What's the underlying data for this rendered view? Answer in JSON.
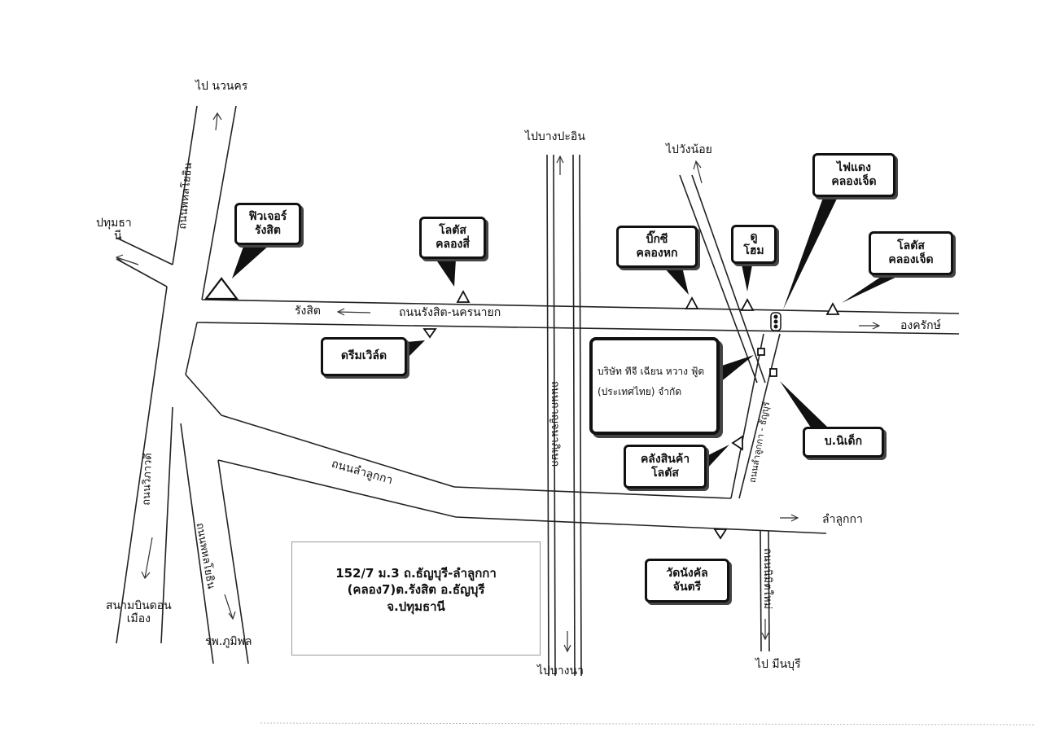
{
  "directions": {
    "to_nawanakhon": "ไป นวนคร",
    "to_bang_pa_in": "ไปบางปะอิน",
    "to_wang_noi": "ไปวังน้อย",
    "to_pathum_thani_line1": "ปทุมธา",
    "to_pathum_thani_line2": "นี",
    "rangsit": "รังสิต",
    "ongkharak": "องครักษ์",
    "lam_luk_ka": "ลำลูกกา",
    "don_mueang_line1": "สนามบินดอน",
    "don_mueang_line2": "เมือง",
    "bhumibol_hospital": "รพ.ภูมิพล",
    "to_bang_na": "ไปบางนา",
    "to_min_buri": "ไป มีนบุรี"
  },
  "roads": {
    "phahonyothin_north": "ถนนพหลโยธิน",
    "rangsit_nakhon_nayok": "ถนนรังสิต-นครนายก",
    "kanchanaphisek": "ถนนกาญจนาภิเษก",
    "lam_luk_ka_road": "ถนนลำลูกกา",
    "vibhavadi": "ถนนวิภาวดี",
    "phahonyothin_south": "ถนนพหลโยธิน",
    "lam_luk_ka_thanyaburi": "ถนนลำลูกกา - ธัญบุรี",
    "nimit_mai": "ถนนนิมิตใหม่"
  },
  "landmarks": {
    "future_rangsit": [
      "ฟิวเจอร์",
      "รังสิต"
    ],
    "lotus_khlong_4": [
      "โลตัส",
      "คลองสี่"
    ],
    "dream_world": [
      "ดรีมเวิล์ด"
    ],
    "bigc_khlong_hok": [
      "บิ๊กซี",
      "คลองหก"
    ],
    "do_home": [
      "ดู",
      "โฮม"
    ],
    "traffic_light_khlong_7": [
      "ไฟแดง",
      "คลองเจ็ด"
    ],
    "lotus_khlong_7": [
      "โลตัส",
      "คลองเจ็ด"
    ],
    "nidec": [
      "บ.นิเด็ก"
    ],
    "lotus_warehouse": [
      "คลังสินค้า",
      "โลตัส"
    ],
    "wat_nangkhan": [
      "วัดนังคัล",
      "จันตรี"
    ]
  },
  "company": {
    "line1": "บริษัท ทีจี เฉียน หวาง ฟู้ด",
    "line2": "(ประเทศไทย) จำกัด"
  },
  "address": {
    "line1": "152/7 ม.3 ถ.ธัญบุรี-ลำลูกกา",
    "line2": "(คลอง7)ต.รังสิต อ.ธัญบุรี",
    "line3": "จ.ปทุมธานี"
  }
}
